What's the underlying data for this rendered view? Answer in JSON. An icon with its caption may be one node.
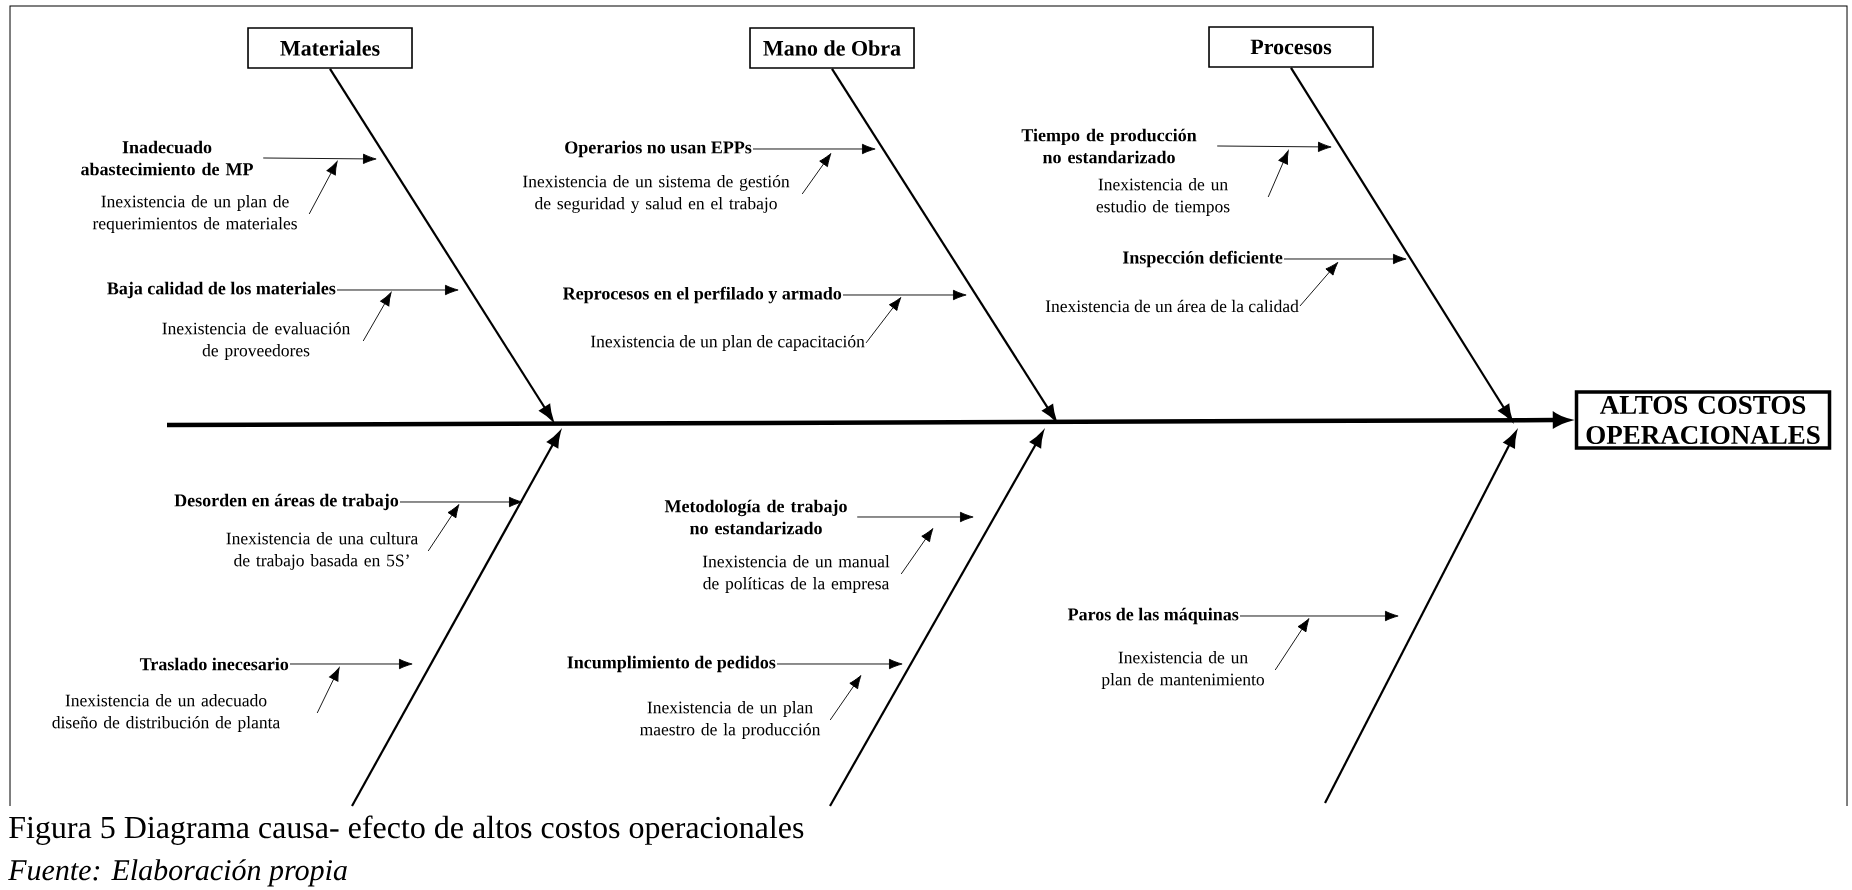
{
  "diagram": {
    "caption": "Figura 5 Diagrama causa- efecto de altos costos operacionales",
    "nodes": [
      {
        "text": [
          "Materiales"
        ]
      },
      {
        "text": [
          "Mano de Obra"
        ]
      },
      {
        "text": [
          "Procesos"
        ]
      },
      {
        "text": [
          "ALTOS COSTOS OPERACIONALES"
        ]
      },
      {
        "text": [
          "Inadecuado abastecimiento de MP"
        ]
      },
      {
        "text": [
          "Inexistencia de un plan de requerimientos de materiales"
        ]
      },
      {
        "text": [
          "Baja calidad de los materiales"
        ]
      },
      {
        "text": [
          "Inexistencia de evaluación de proveedores"
        ]
      },
      {
        "text": [
          "Operarios no usan EPPs"
        ]
      },
      {
        "text": [
          "Inexistencia de un sistema de gestión de seguridad y salud en el trabajo"
        ]
      },
      {
        "text": [
          "Reprocesos en el perfilado y armado"
        ]
      },
      {
        "text": [
          "Inexistencia de un plan de capacitación"
        ]
      },
      {
        "text": [
          "Tiempo de producción no estandarizado"
        ]
      },
      {
        "text": [
          "Inexistencia de un estudio de tiempos"
        ]
      },
      {
        "text": [
          "Inspección deficiente"
        ]
      },
      {
        "text": [
          "Inexistencia de un área de la calidad"
        ]
      },
      {
        "text": [
          "Desorden en áreas de trabajo"
        ]
      },
      {
        "text": [
          "Inexistencia de una cultura de trabajo basada en 5S’"
        ]
      },
      {
        "text": [
          "Traslado inecesario"
        ]
      },
      {
        "text": [
          "Inexistencia de un adecuado diseño de distribución de planta"
        ]
      },
      {
        "text": [
          "Metodología de trabajo no estandarizado"
        ]
      },
      {
        "text": [
          "Inexistencia de un manual de políticas de la empresa"
        ]
      },
      {
        "text": [
          "Incumplimiento de pedidos"
        ]
      },
      {
        "text": [
          "Inexistencia de un plan maestro de la producción"
        ]
      },
      {
        "text": [
          "Paros de las máquinas"
        ]
      },
      {
        "text": [
          "Inexistencia de un plan de mantenimiento"
        ]
      }
    ],
    "edges": [
      {
        "from": null,
        "to": 3,
        "arrow": "to",
        "style": "thick"
      },
      {
        "from": 0,
        "to": null,
        "arrow": "to"
      },
      {
        "from": 1,
        "to": null,
        "arrow": "to"
      },
      {
        "from": 2,
        "to": null,
        "arrow": "to"
      },
      {
        "from": 4,
        "to": null,
        "arrow": "to"
      },
      {
        "from": 5,
        "to": null,
        "arrow": "to"
      },
      {
        "from": 6,
        "to": null,
        "arrow": "to"
      },
      {
        "from": 7,
        "to": null,
        "arrow": "to"
      },
      {
        "from": 8,
        "to": null,
        "arrow": "to"
      },
      {
        "from": 9,
        "to": null,
        "arrow": "to"
      },
      {
        "from": 10,
        "to": null,
        "arrow": "to"
      },
      {
        "from": 11,
        "to": null,
        "arrow": "to"
      },
      {
        "from": 12,
        "to": null,
        "arrow": "to"
      },
      {
        "from": 13,
        "to": null,
        "arrow": "to"
      },
      {
        "from": 14,
        "to": null,
        "arrow": "to"
      },
      {
        "from": 15,
        "to": null,
        "arrow": "to"
      },
      {
        "from": 16,
        "to": null,
        "arrow": "to"
      },
      {
        "from": 17,
        "to": null,
        "arrow": "to"
      },
      {
        "from": 18,
        "to": null,
        "arrow": "to"
      },
      {
        "from": 19,
        "to": null,
        "arrow": "to"
      },
      {
        "from": 20,
        "to": null,
        "arrow": "to"
      },
      {
        "from": 21,
        "to": null,
        "arrow": "to"
      },
      {
        "from": 22,
        "to": null,
        "arrow": "to"
      },
      {
        "from": 23,
        "to": null,
        "arrow": "to"
      },
      {
        "from": 24,
        "to": null,
        "arrow": "to"
      },
      {
        "from": 25,
        "to": null,
        "arrow": "to"
      }
    ],
    "labels": [
      "Fuente: Elaboración propia"
    ]
  }
}
